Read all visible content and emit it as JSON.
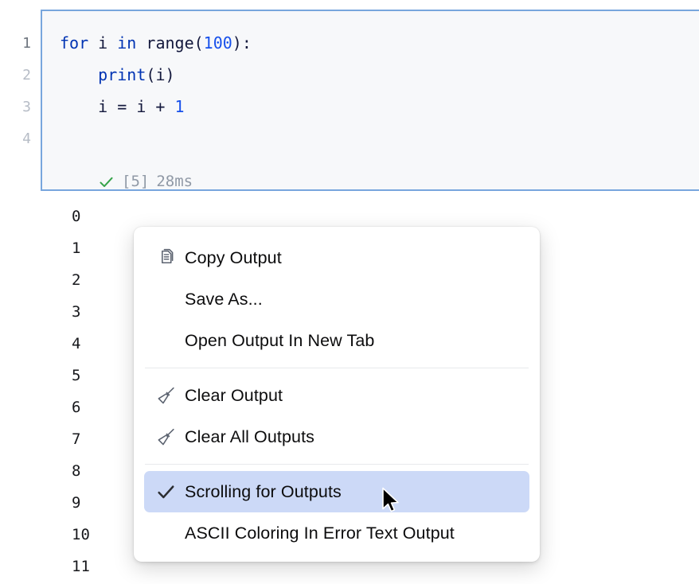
{
  "editor": {
    "line_numbers": [
      "1",
      "2",
      "3",
      "4"
    ],
    "active_line": "1",
    "code_lines": [
      {
        "tokens": [
          {
            "t": "for",
            "c": "kw"
          },
          {
            "t": " ",
            "c": "punc"
          },
          {
            "t": "i",
            "c": "id"
          },
          {
            "t": " ",
            "c": "punc"
          },
          {
            "t": "in",
            "c": "kw"
          },
          {
            "t": " ",
            "c": "punc"
          },
          {
            "t": "range",
            "c": "fn"
          },
          {
            "t": "(",
            "c": "punc"
          },
          {
            "t": "100",
            "c": "num"
          },
          {
            "t": "):",
            "c": "punc"
          }
        ]
      },
      {
        "tokens": [
          {
            "t": "    ",
            "c": "punc"
          },
          {
            "t": "print",
            "c": "kw"
          },
          {
            "t": "(",
            "c": "punc"
          },
          {
            "t": "i",
            "c": "id"
          },
          {
            "t": ")",
            "c": "punc"
          }
        ]
      },
      {
        "tokens": [
          {
            "t": "    ",
            "c": "punc"
          },
          {
            "t": "i",
            "c": "id"
          },
          {
            "t": " = ",
            "c": "punc"
          },
          {
            "t": "i",
            "c": "id"
          },
          {
            "t": " + ",
            "c": "punc"
          },
          {
            "t": "1",
            "c": "num"
          }
        ]
      },
      {
        "tokens": []
      }
    ],
    "execution": {
      "status_icon": "check-success-icon",
      "execution_count": "[5]",
      "duration": "28ms"
    },
    "border_color": "#78a6dd",
    "background": "#f7f8fa"
  },
  "output": {
    "lines": [
      "0",
      "1",
      "2",
      "3",
      "4",
      "5",
      "6",
      "7",
      "8",
      "9",
      "10",
      "11"
    ]
  },
  "context_menu": {
    "items": [
      {
        "label": "Copy Output",
        "icon": "copy-output-icon",
        "selected": false,
        "separator_after": false
      },
      {
        "label": "Save As...",
        "icon": "",
        "selected": false,
        "separator_after": false
      },
      {
        "label": "Open Output In New Tab",
        "icon": "",
        "selected": false,
        "separator_after": true
      },
      {
        "label": "Clear Output",
        "icon": "broom-icon",
        "selected": false,
        "separator_after": false
      },
      {
        "label": "Clear All Outputs",
        "icon": "broom-icon",
        "selected": false,
        "separator_after": true
      },
      {
        "label": "Scrolling for Outputs",
        "icon": "checkmark-icon",
        "selected": true,
        "separator_after": false
      },
      {
        "label": "ASCII Coloring In Error Text Output",
        "icon": "",
        "selected": false,
        "separator_after": false
      }
    ],
    "highlight_color": "#ccd9f7"
  }
}
